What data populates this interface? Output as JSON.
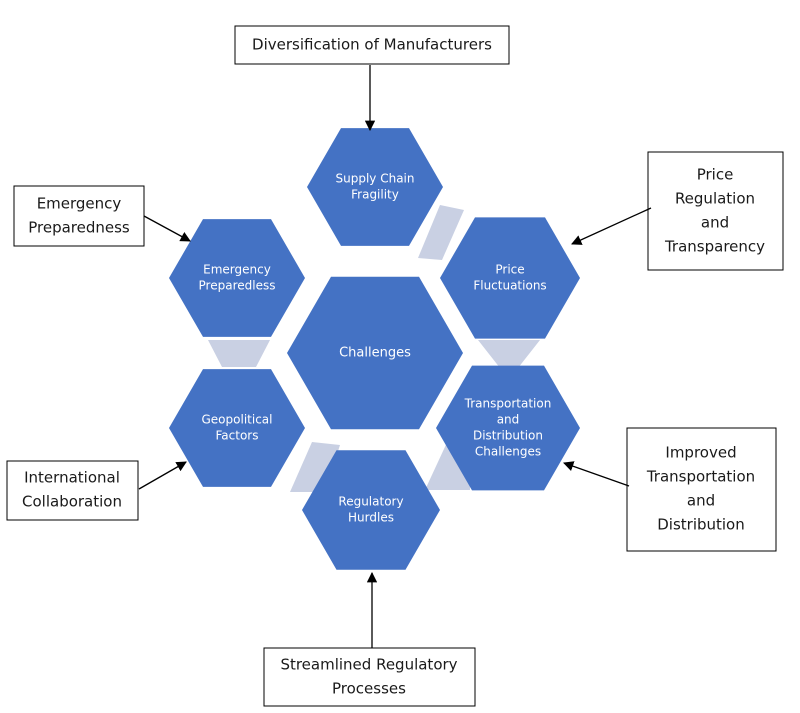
{
  "colors": {
    "hex_fill": "#4472C4",
    "connector_fill": "#C9D0E3",
    "box_border": "#000000",
    "arrow": "#000000"
  },
  "center": {
    "label": "Challenges"
  },
  "challenges": [
    {
      "id": "supply",
      "lines": [
        "Supply Chain",
        "Fragility"
      ]
    },
    {
      "id": "price",
      "lines": [
        "Price",
        "Fluctuations"
      ]
    },
    {
      "id": "transport",
      "lines": [
        "Transportation",
        "and",
        "Distribution",
        "Challenges"
      ]
    },
    {
      "id": "regulatory",
      "lines": [
        "Regulatory",
        "Hurdles"
      ]
    },
    {
      "id": "geo",
      "lines": [
        "Geopolitical",
        "Factors"
      ]
    },
    {
      "id": "emergency",
      "lines": [
        "Emergency",
        "Preparedless"
      ]
    }
  ],
  "solutions": [
    {
      "id": "diversification",
      "lines": [
        "Diversification of Manufacturers"
      ]
    },
    {
      "id": "price-regulation",
      "lines": [
        "Price",
        "Regulation",
        "and",
        "Transparency"
      ]
    },
    {
      "id": "improved-transport",
      "lines": [
        "Improved",
        "Transportation",
        "and",
        "Distribution"
      ]
    },
    {
      "id": "streamlined",
      "lines": [
        "Streamlined Regulatory",
        "Processes"
      ]
    },
    {
      "id": "international",
      "lines": [
        "International",
        "Collaboration"
      ]
    },
    {
      "id": "emergency-prep",
      "lines": [
        "Emergency",
        "Preparedness"
      ]
    }
  ]
}
